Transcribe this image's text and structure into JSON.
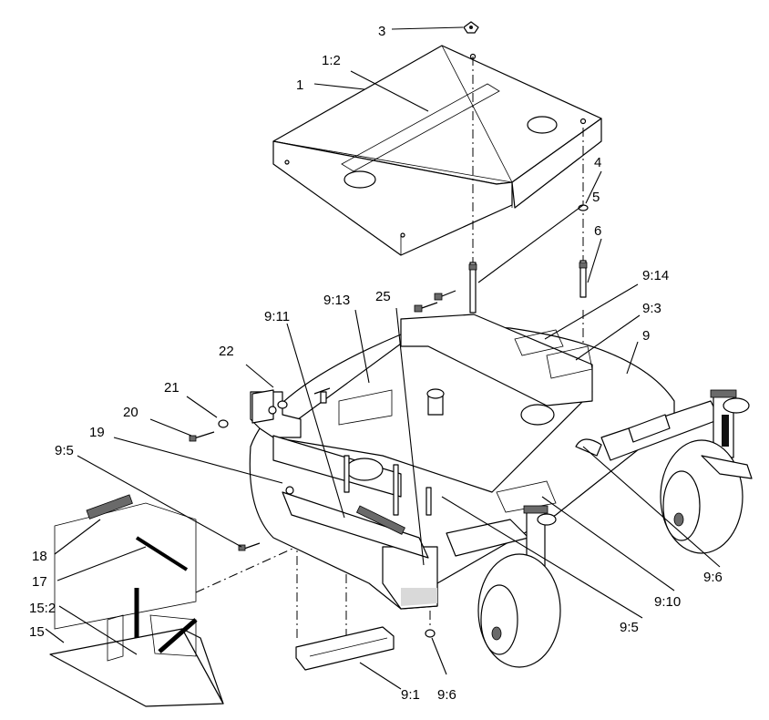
{
  "labels": [
    {
      "id": "3",
      "text": "3"
    },
    {
      "id": "1-2",
      "text": "1:2"
    },
    {
      "id": "1",
      "text": "1"
    },
    {
      "id": "4",
      "text": "4"
    },
    {
      "id": "5",
      "text": "5"
    },
    {
      "id": "6",
      "text": "6"
    },
    {
      "id": "9-13",
      "text": "9:13"
    },
    {
      "id": "25",
      "text": "25"
    },
    {
      "id": "9-14",
      "text": "9:14"
    },
    {
      "id": "9-11",
      "text": "9:11"
    },
    {
      "id": "9-3",
      "text": "9:3"
    },
    {
      "id": "9",
      "text": "9"
    },
    {
      "id": "22",
      "text": "22"
    },
    {
      "id": "21",
      "text": "21"
    },
    {
      "id": "20",
      "text": "20"
    },
    {
      "id": "19",
      "text": "19"
    },
    {
      "id": "9-5-left",
      "text": "9:5"
    },
    {
      "id": "18",
      "text": "18"
    },
    {
      "id": "17",
      "text": "17"
    },
    {
      "id": "15-2",
      "text": "15:2"
    },
    {
      "id": "15",
      "text": "15"
    },
    {
      "id": "9-6-right",
      "text": "9:6"
    },
    {
      "id": "9-10",
      "text": "9:10"
    },
    {
      "id": "9-5-right",
      "text": "9:5"
    },
    {
      "id": "9-1",
      "text": "9:1"
    },
    {
      "id": "9-6-bottom",
      "text": "9:6"
    }
  ]
}
